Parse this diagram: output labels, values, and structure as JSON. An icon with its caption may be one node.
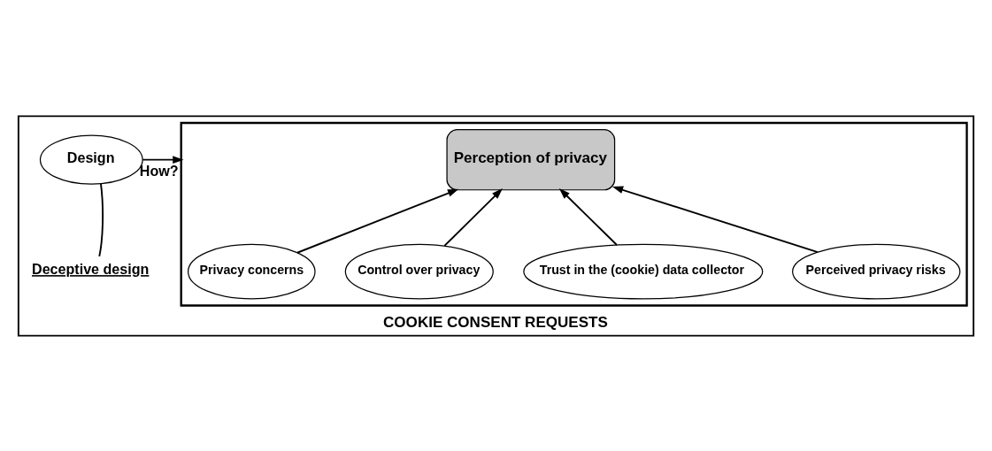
{
  "diagram": {
    "nodes": [
      {
        "text": [
          "COOKIE CONSENT REQUESTS"
        ]
      },
      {
        "text": [],
        "shape": "box",
        "in": 0
      },
      {
        "text": [
          "Perception of privacy"
        ],
        "in": 1
      },
      {
        "text": [
          "Privacy concerns"
        ],
        "in": 1
      },
      {
        "text": [
          "Control over privacy"
        ],
        "in": 1
      },
      {
        "text": [
          "Trust in the (cookie) data collector"
        ],
        "in": 1
      },
      {
        "text": [
          "Perceived privacy risks"
        ],
        "in": 1
      },
      {
        "text": [
          "Design"
        ],
        "in": 0
      },
      {
        "text": [
          "Deceptive design"
        ],
        "in": 0
      }
    ],
    "edges": [
      {
        "from": 3,
        "to": 2,
        "arrow": "to"
      },
      {
        "from": 4,
        "to": 2,
        "arrow": "to"
      },
      {
        "from": 5,
        "to": 2,
        "arrow": "to"
      },
      {
        "from": 6,
        "to": 2,
        "arrow": "to"
      },
      {
        "from": 7,
        "to": 1,
        "arrow": "to",
        "label": "How?"
      },
      {
        "from": 7,
        "to": 8,
        "arrow": "none"
      }
    ]
  }
}
